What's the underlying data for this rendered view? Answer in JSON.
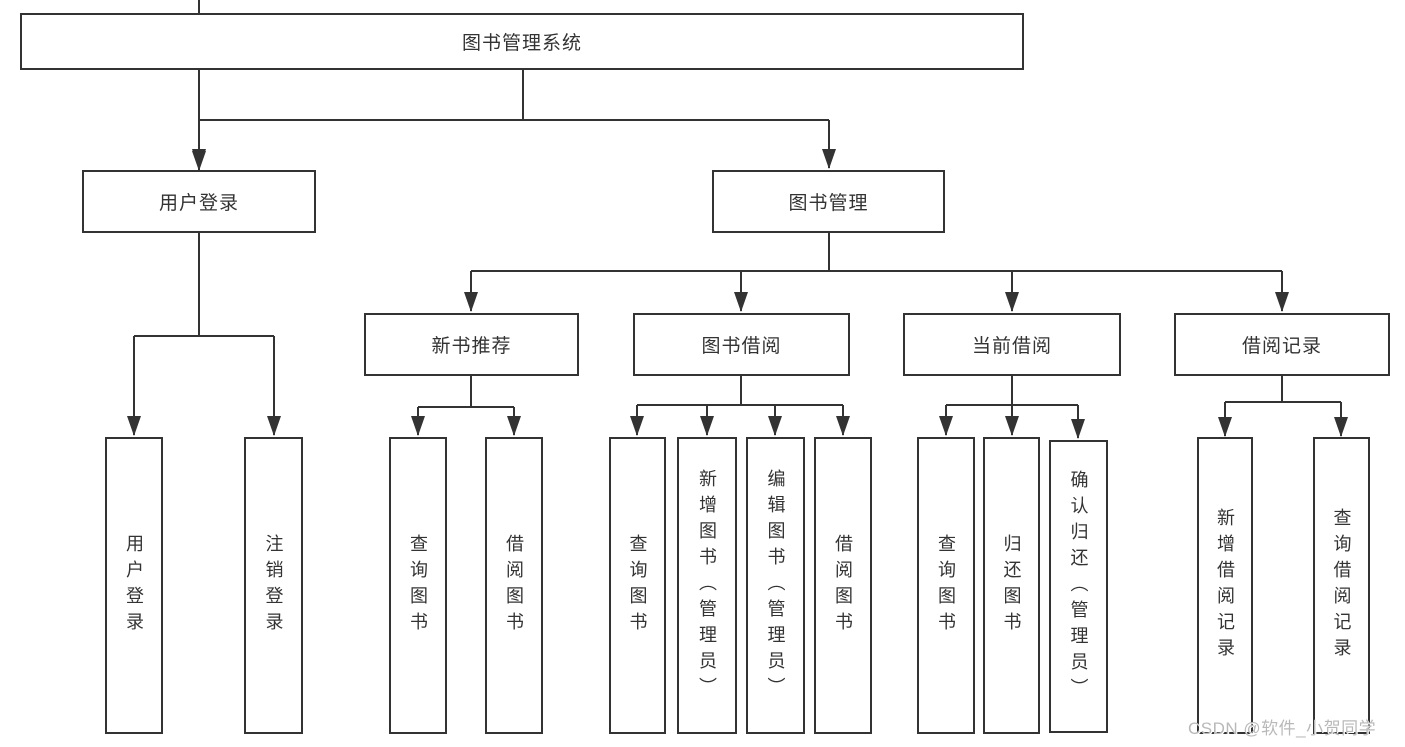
{
  "nodes": {
    "root": "图书管理系统",
    "user_login": "用户登录",
    "book_mgmt": "图书管理",
    "new_book_rec": "新书推荐",
    "book_borrow": "图书借阅",
    "current_borrow": "当前借阅",
    "borrow_record": "借阅记录",
    "leaf_user_login": "用户登录",
    "leaf_logout": "注销登录",
    "leaf_query_book_newrec": "查询图书",
    "leaf_borrow_book_newrec": "借阅图书",
    "leaf_query_book_borrow": "查询图书",
    "leaf_add_book_admin": "新增图书（管理员）",
    "leaf_edit_book_admin": "编辑图书（管理员）",
    "leaf_borrow_book_borrow": "借阅图书",
    "leaf_query_book_current": "查询图书",
    "leaf_return_book": "归还图书",
    "leaf_confirm_return_admin": "确认归还（管理员）",
    "leaf_add_borrow_record": "新增借阅记录",
    "leaf_query_borrow_record": "查询借阅记录"
  },
  "watermark": "CSDN @软件_小贺同学",
  "colors": {
    "line": "#333333",
    "box_border": "#333333",
    "text": "#333333",
    "watermark_text": "#b9b9b9",
    "background": "#ffffff"
  }
}
